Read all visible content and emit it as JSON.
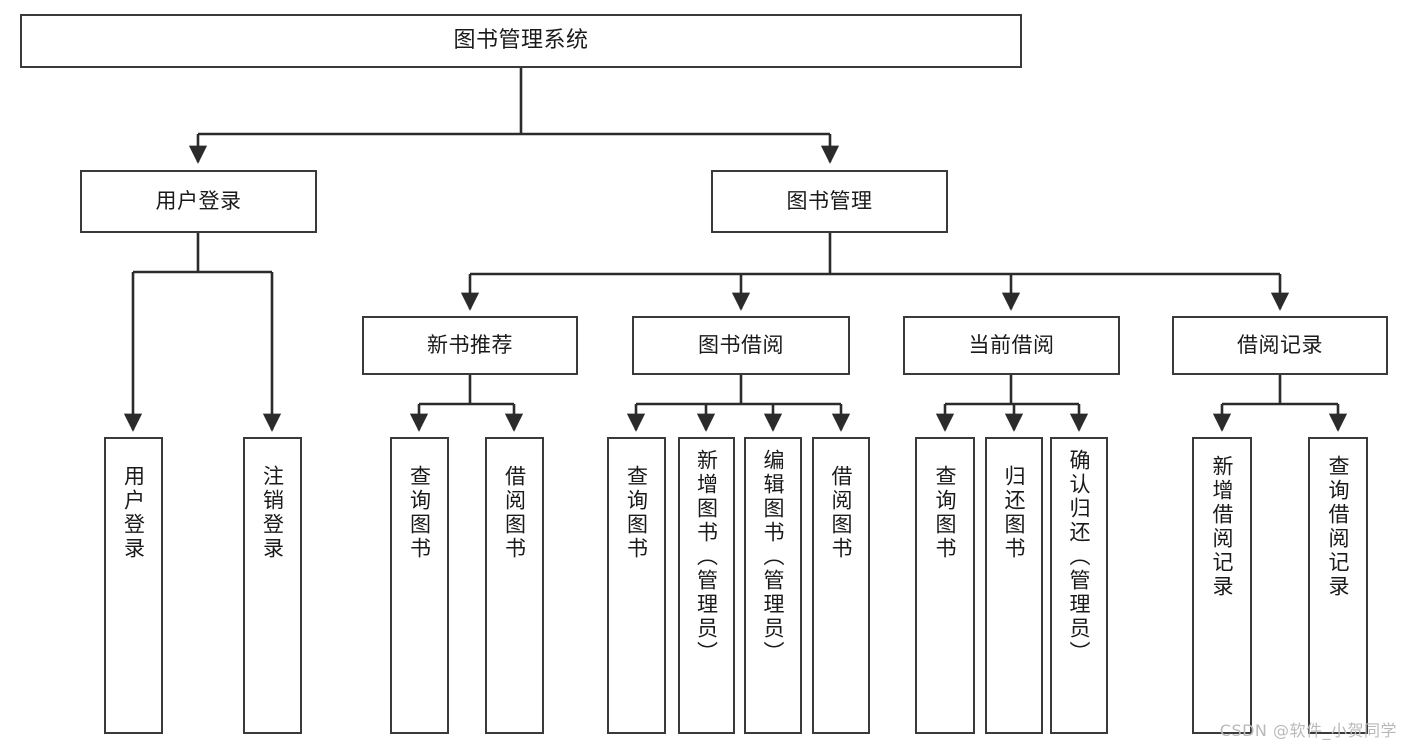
{
  "diagram": {
    "title": "图书管理系统",
    "type": "tree-hierarchy-chart",
    "watermark": "CSDN @软件_小贺同学",
    "colors": {
      "box_border": "#3a3a3a",
      "box_fill": "#ffffff",
      "connector": "#2b2b2b",
      "text": "#1a1a1a",
      "watermark": "#b9b9b9"
    },
    "root": {
      "id": "root",
      "label": "图书管理系统"
    },
    "level2": [
      {
        "id": "n-user-login",
        "label": "用户登录"
      },
      {
        "id": "n-book-mgmt",
        "label": "图书管理"
      }
    ],
    "level3": [
      {
        "id": "n-new-book-rec",
        "label": "新书推荐"
      },
      {
        "id": "n-book-borrow",
        "label": "图书借阅"
      },
      {
        "id": "n-current-borrow",
        "label": "当前借阅"
      },
      {
        "id": "n-borrow-record",
        "label": "借阅记录"
      }
    ],
    "leaves": [
      {
        "id": "leaf-user-login",
        "label": "用户登录"
      },
      {
        "id": "leaf-logout-login",
        "label": "注销登录"
      },
      {
        "id": "leaf-query-book-1",
        "label": "查询图书"
      },
      {
        "id": "leaf-borrow-book-1",
        "label": "借阅图书"
      },
      {
        "id": "leaf-query-book-2",
        "label": "查询图书"
      },
      {
        "id": "leaf-add-book",
        "label": "新增图书（管理员）"
      },
      {
        "id": "leaf-edit-book",
        "label": "编辑图书（管理员）"
      },
      {
        "id": "leaf-borrow-book-2",
        "label": "借阅图书"
      },
      {
        "id": "leaf-query-book-3",
        "label": "查询图书"
      },
      {
        "id": "leaf-return-book",
        "label": "归还图书"
      },
      {
        "id": "leaf-confirm-return",
        "label": "确认归还（管理员）"
      },
      {
        "id": "leaf-add-borrow-record",
        "label": "新增借阅记录"
      },
      {
        "id": "leaf-query-borrow-record",
        "label": "查询借阅记录"
      }
    ]
  }
}
